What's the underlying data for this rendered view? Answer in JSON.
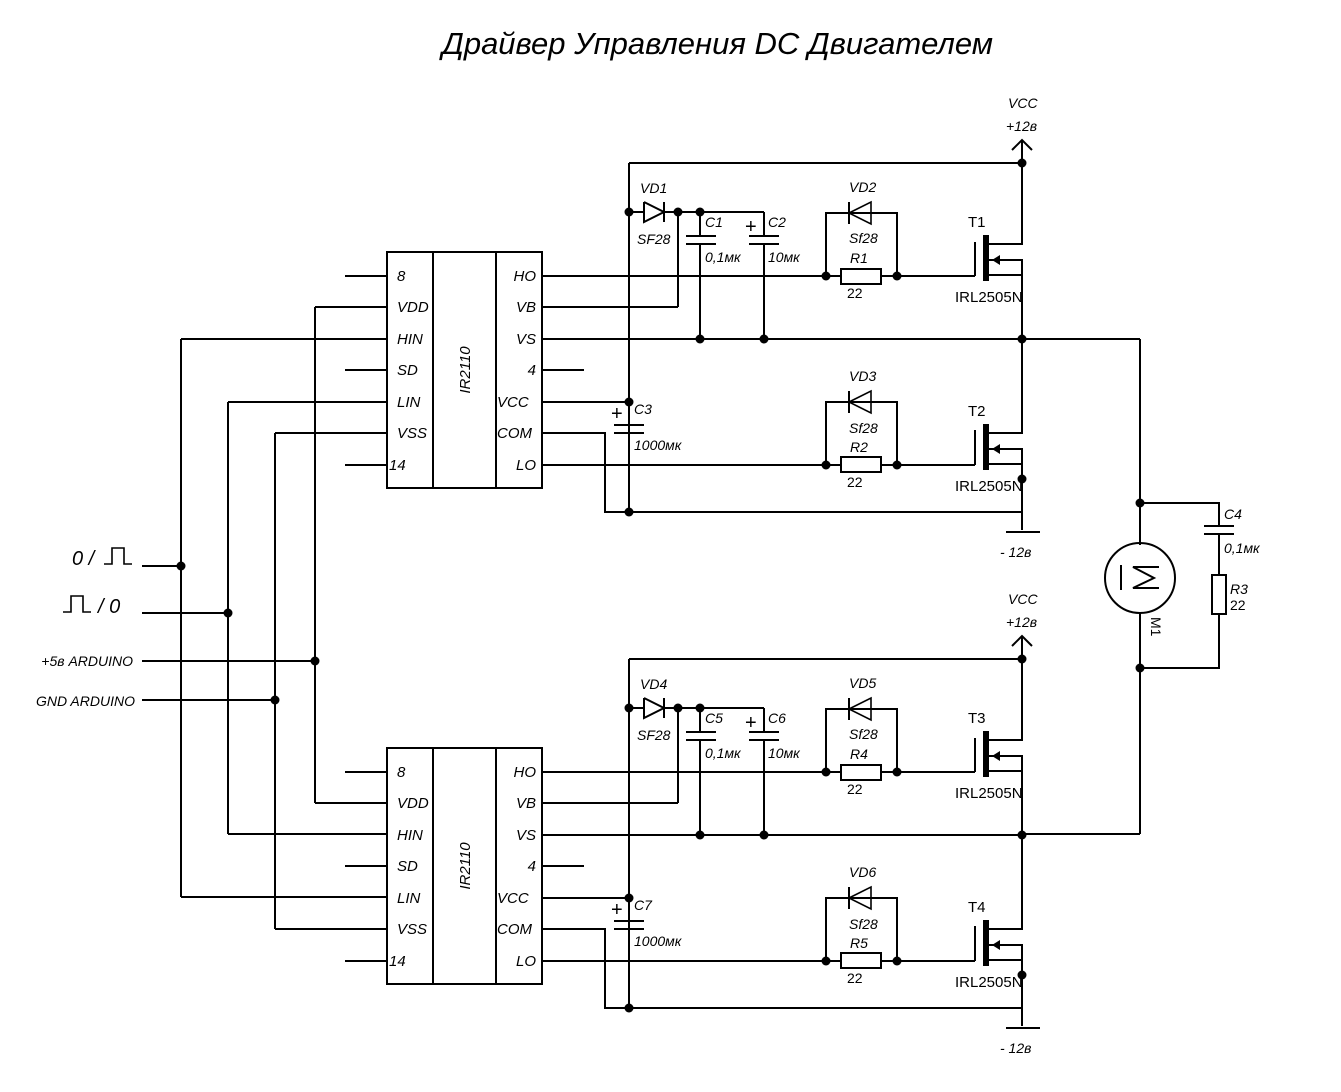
{
  "title": "Драйвер Управления DC Двигателем",
  "inputs": {
    "signal_a": "0 / ⎍",
    "signal_a_text": "0 /",
    "signal_b_text": "/ 0",
    "plus5": "+5в ARDUINO",
    "gnd": "GND ARDUINO"
  },
  "ic": {
    "name": "IR2110",
    "left_pins": [
      "8",
      "VDD",
      "HIN",
      "SD",
      "LIN",
      "VSS",
      "14"
    ],
    "right_pins": [
      "HO",
      "VB",
      "VS",
      "4",
      "VCC",
      "COM",
      "LO"
    ]
  },
  "supply": {
    "vcc_label": "VCC",
    "vcc_value": "+12в",
    "gnd_value": "- 12в"
  },
  "upper": {
    "bootstrap_diode": {
      "ref": "VD1",
      "part": "SF28"
    },
    "c_small": {
      "ref": "C1",
      "value": "0,1мк"
    },
    "c_elec": {
      "ref": "C2",
      "value": "10мк"
    },
    "high_diode": {
      "ref": "VD2",
      "part": "Sf28"
    },
    "high_res": {
      "ref": "R1",
      "value": "22"
    },
    "high_fet": {
      "ref": "T1",
      "part": "IRL2505N"
    },
    "c_bulk": {
      "ref": "C3",
      "value": "1000мк"
    },
    "low_diode": {
      "ref": "VD3",
      "part": "Sf28"
    },
    "low_res": {
      "ref": "R2",
      "value": "22"
    },
    "low_fet": {
      "ref": "T2",
      "part": "IRL2505N"
    }
  },
  "lower": {
    "bootstrap_diode": {
      "ref": "VD4",
      "part": "SF28"
    },
    "c_small": {
      "ref": "C5",
      "value": "0,1мк"
    },
    "c_elec": {
      "ref": "C6",
      "value": "10мк"
    },
    "high_diode": {
      "ref": "VD5",
      "part": "Sf28"
    },
    "high_res": {
      "ref": "R4",
      "value": "22"
    },
    "high_fet": {
      "ref": "T3",
      "part": "IRL2505N"
    },
    "c_bulk": {
      "ref": "C7",
      "value": "1000мк"
    },
    "low_diode": {
      "ref": "VD6",
      "part": "Sf28"
    },
    "low_res": {
      "ref": "R5",
      "value": "22"
    },
    "low_fet": {
      "ref": "T4",
      "part": "IRL2505N"
    }
  },
  "motor": {
    "ref": "M1",
    "symbol": "M",
    "snubber_cap": {
      "ref": "C4",
      "value": "0,1мк"
    },
    "snubber_res": {
      "ref": "R3",
      "value": "22"
    }
  }
}
